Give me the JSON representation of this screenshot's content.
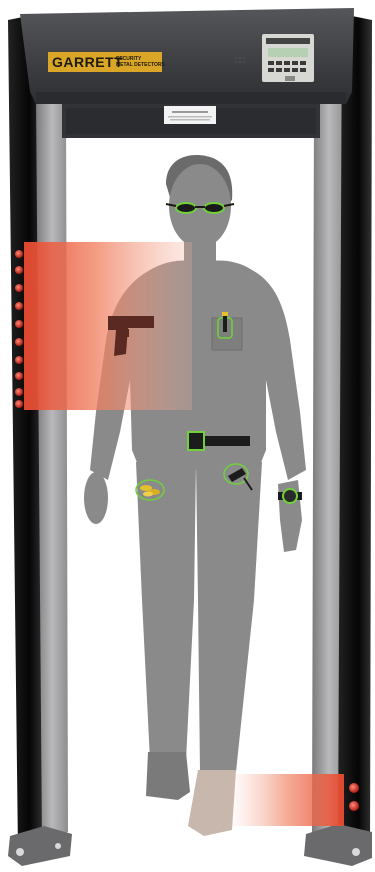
{
  "brand": {
    "name": "GARRETT",
    "tagline": "SECURITY\nMETAL DETECTORS"
  },
  "scene": {
    "subject": "walk-through-metal-detector",
    "colors": {
      "frame": "#3d3d40",
      "panel_dark": "#141414",
      "pillar": "#9a9a9c",
      "person": "#8a8a8a",
      "alert_glow": "#f08060",
      "led": "#d62a1e",
      "highlight": "#6fd23c",
      "logo_plate": "#d9a627"
    },
    "indicators": {
      "left_leds_lit": 10,
      "right_leds_lit": 2
    }
  }
}
